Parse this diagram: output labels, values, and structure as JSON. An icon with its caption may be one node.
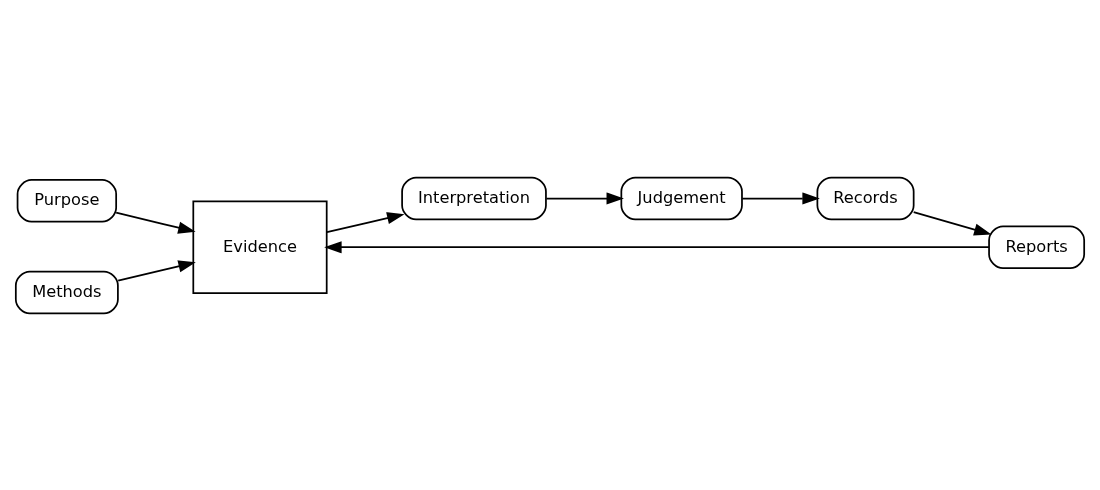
{
  "diagram": {
    "nodes": [
      {
        "text": [
          "Purpose"
        ]
      },
      {
        "text": [
          "Methods"
        ]
      },
      {
        "text": [
          "Evidence"
        ]
      },
      {
        "text": [
          "Interpretation"
        ]
      },
      {
        "text": [
          "Judgement"
        ]
      },
      {
        "text": [
          "Records"
        ]
      },
      {
        "text": [
          "Reports"
        ]
      }
    ],
    "edges": [
      {
        "from": 0,
        "to": 2,
        "arrow": "to"
      },
      {
        "from": 1,
        "to": 2,
        "arrow": "to"
      },
      {
        "from": 2,
        "to": 3,
        "arrow": "to"
      },
      {
        "from": 3,
        "to": 4,
        "arrow": "to"
      },
      {
        "from": 4,
        "to": 5,
        "arrow": "to"
      },
      {
        "from": 5,
        "to": 6,
        "arrow": "to"
      },
      {
        "from": 6,
        "to": 2,
        "arrow": "to"
      }
    ]
  }
}
